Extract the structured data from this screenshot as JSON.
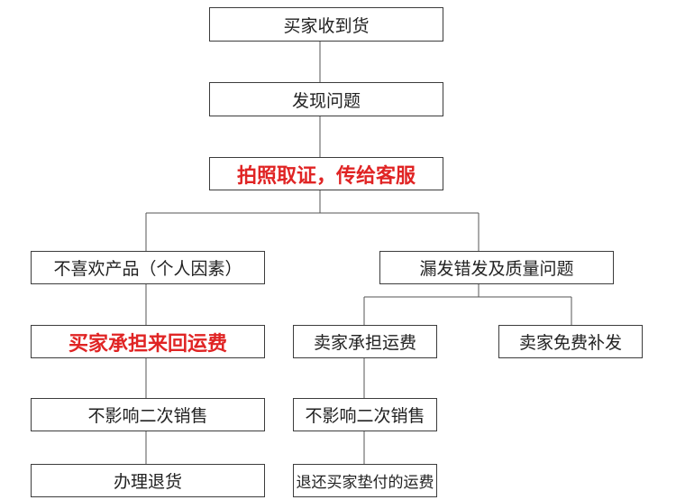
{
  "nodes": [
    {
      "id": "n1",
      "label": "买家收到货"
    },
    {
      "id": "n2",
      "label": "发现问题"
    },
    {
      "id": "n3",
      "label": "拍照取证，传给客服"
    },
    {
      "id": "n4",
      "label": "不喜欢产品（个人因素）"
    },
    {
      "id": "n5",
      "label": "漏发错发及质量问题"
    },
    {
      "id": "n6",
      "label": "买家承担来回运费"
    },
    {
      "id": "n7",
      "label": "卖家承担运费"
    },
    {
      "id": "n8",
      "label": "卖家免费补发"
    },
    {
      "id": "n9",
      "label": "不影响二次销售"
    },
    {
      "id": "n10",
      "label": "不影响二次销售"
    },
    {
      "id": "n11",
      "label": "办理退货"
    },
    {
      "id": "n12",
      "label": "退还买家垫付的运费"
    }
  ],
  "edges": [
    [
      "n1",
      "n2"
    ],
    [
      "n2",
      "n3"
    ],
    [
      "n3",
      "n4"
    ],
    [
      "n3",
      "n5"
    ],
    [
      "n4",
      "n6"
    ],
    [
      "n5",
      "n7"
    ],
    [
      "n5",
      "n8"
    ],
    [
      "n6",
      "n9"
    ],
    [
      "n7",
      "n10"
    ],
    [
      "n9",
      "n11"
    ],
    [
      "n10",
      "n12"
    ]
  ],
  "colors": {
    "emphasis": "#e02424",
    "text": "#222222",
    "border": "#3c3c3c",
    "connector": "#555555"
  }
}
